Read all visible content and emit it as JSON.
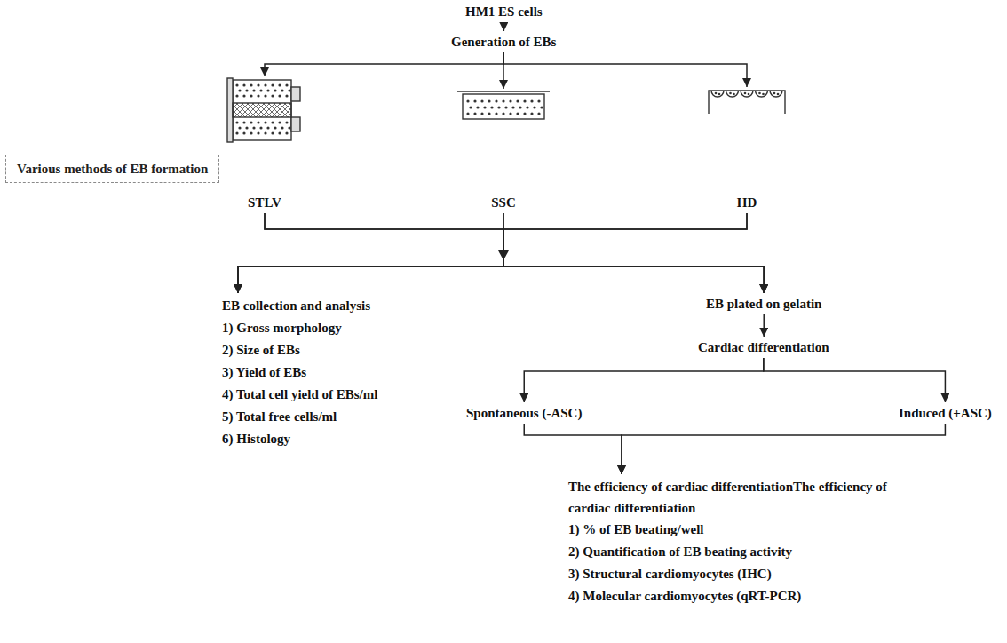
{
  "diagram": {
    "nodes": [
      {
        "text": [
          "HM1 ES cells"
        ]
      },
      {
        "text": [
          "Generation of EBs"
        ]
      },
      {
        "text": [
          "STLV"
        ]
      },
      {
        "text": [
          "SSC"
        ]
      },
      {
        "text": [
          "HD"
        ]
      },
      {
        "text": [
          "Various methods of EB formation"
        ]
      },
      {
        "text": [
          "EB collection and analysis",
          "1) Gross morphology",
          "2) Size of EBs",
          "3) Yield of EBs",
          "4) Total cell yield of EBs/ml",
          "5) Total free cells/ml",
          "6) Histology"
        ]
      },
      {
        "text": [
          "EB plated on gelatin"
        ]
      },
      {
        "text": [
          "Cardiac differentiation"
        ]
      },
      {
        "text": [
          "Spontaneous (-ASC)"
        ]
      },
      {
        "text": [
          "Induced (+ASC)"
        ]
      },
      {
        "text": [
          "The efficiency of cardiac differentiationThe efficiency of cardiac differentiation",
          "1) % of EB beating/well",
          "2) Quantification of EB beating activity",
          "3) Structural cardiomyocytes (IHC)",
          "4) Molecular cardiomyocytes (qRT-PCR)"
        ]
      }
    ],
    "edges": [
      {
        "from": 0,
        "to": 1,
        "arrow": "to"
      },
      {
        "from": 1,
        "to": 2,
        "arrow": "to"
      },
      {
        "from": 1,
        "to": 3,
        "arrow": "to"
      },
      {
        "from": 1,
        "to": 4,
        "arrow": "to"
      },
      {
        "from": 2,
        "to": 6,
        "arrow": "to"
      },
      {
        "from": 2,
        "to": 7,
        "arrow": "to"
      },
      {
        "from": 3,
        "to": 6,
        "arrow": "to"
      },
      {
        "from": 3,
        "to": 7,
        "arrow": "to"
      },
      {
        "from": 4,
        "to": 6,
        "arrow": "to"
      },
      {
        "from": 4,
        "to": 7,
        "arrow": "to"
      },
      {
        "from": 7,
        "to": 8,
        "arrow": "to"
      },
      {
        "from": 8,
        "to": 9,
        "arrow": "to"
      },
      {
        "from": 8,
        "to": 10,
        "arrow": "to"
      },
      {
        "from": 9,
        "to": 11,
        "arrow": "to"
      },
      {
        "from": 10,
        "to": 11,
        "arrow": "to"
      }
    ]
  }
}
